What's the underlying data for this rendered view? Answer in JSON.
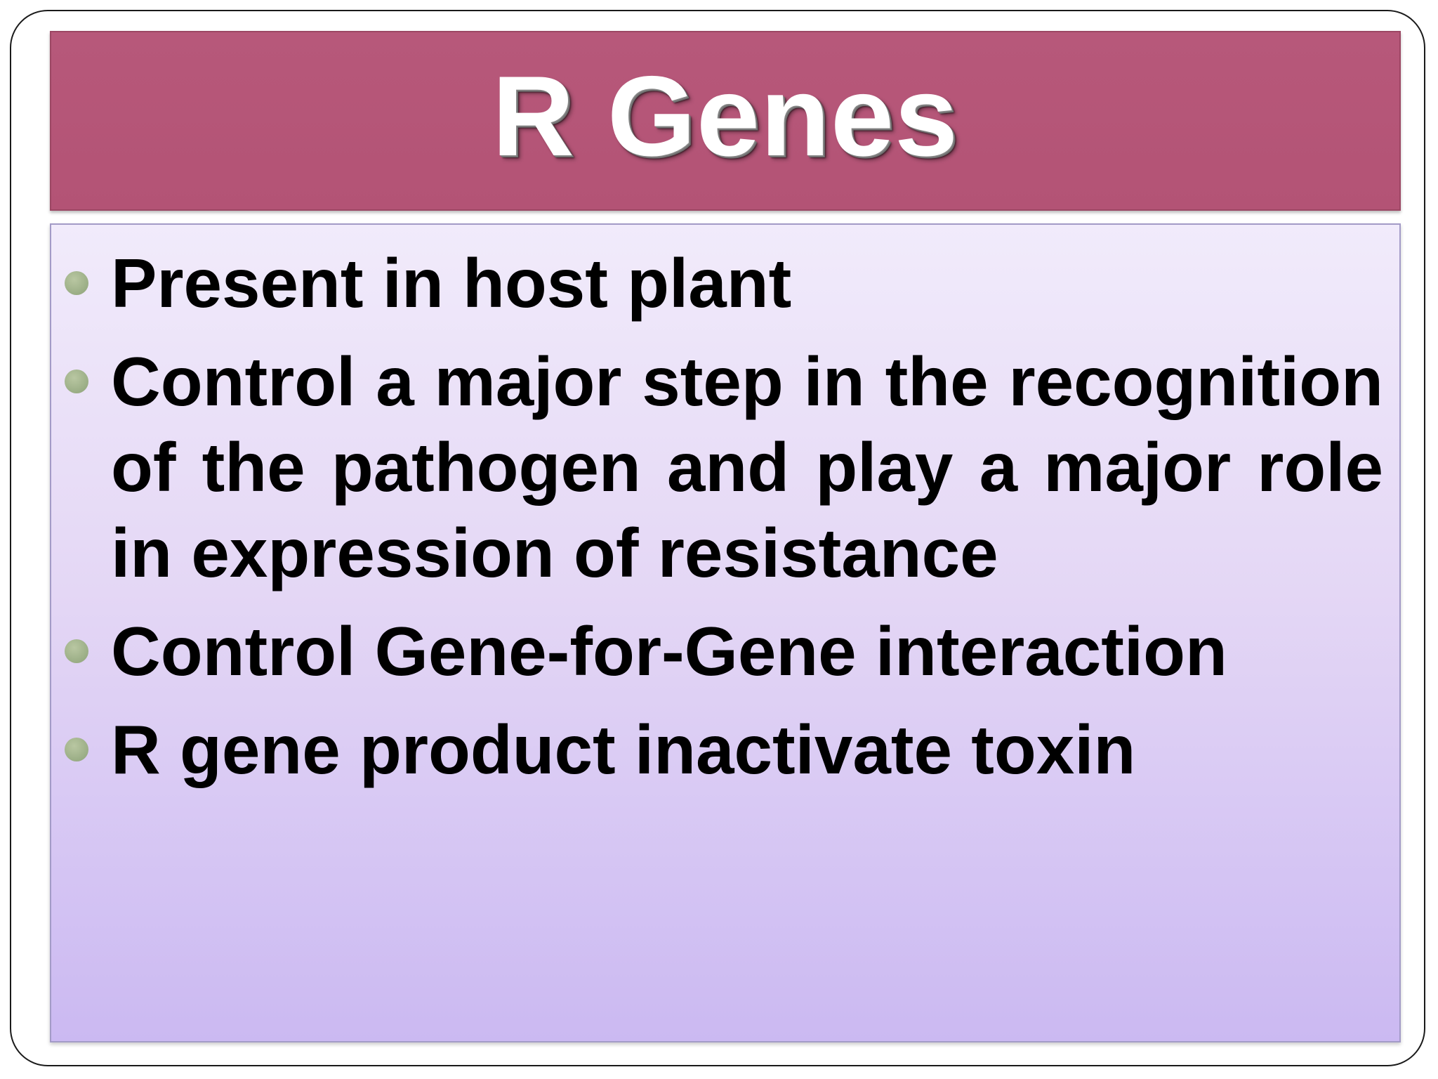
{
  "slide": {
    "title": "R Genes",
    "bullets": [
      "Present in host plant",
      "Control a major step in the recognition of the pathogen and play a major role in expression of resistance",
      "Control Gene-for-Gene interaction",
      "R gene product inactivate toxin"
    ]
  },
  "colors": {
    "title_bar": "#b5567a",
    "content_top": "#f1ebfb",
    "content_bottom": "#cbb9f2",
    "bullet": "#9aad85"
  }
}
